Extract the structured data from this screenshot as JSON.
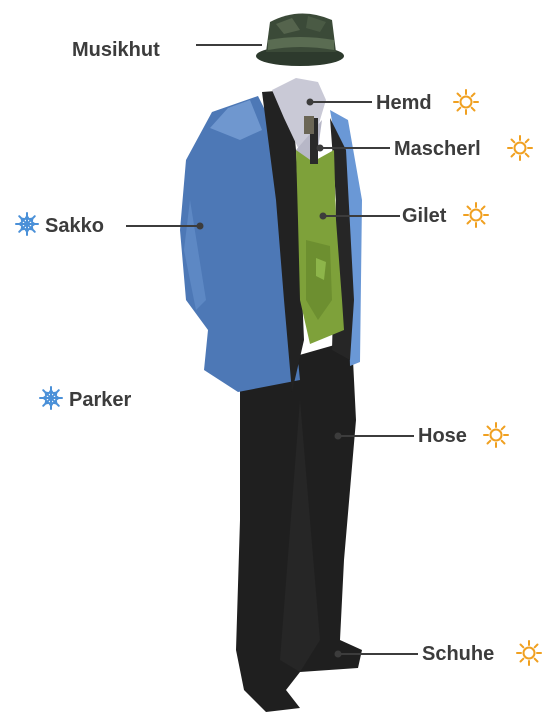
{
  "colors": {
    "label_text": "#3c3c3c",
    "sun": "#f0a020",
    "snow": "#4a90d8",
    "jacket": "#4d78b6",
    "vest": "#7ea13a",
    "shirt": "#c9c9d6",
    "trousers": "#1f1f1f",
    "hat": "#2d3a2d"
  },
  "labels": {
    "hat": {
      "text": "Musikhut",
      "icon": null
    },
    "shirt": {
      "text": "Hemd",
      "icon": "sun-icon"
    },
    "bowtie": {
      "text": "Mascherl",
      "icon": "sun-icon"
    },
    "vest": {
      "text": "Gilet",
      "icon": "sun-icon"
    },
    "jacket": {
      "text": "Sakko",
      "icon": "snowflake-icon"
    },
    "parka": {
      "text": "Parker",
      "icon": "snowflake-icon"
    },
    "trousers": {
      "text": "Hose",
      "icon": "sun-icon"
    },
    "shoes": {
      "text": "Schuhe",
      "icon": "sun-icon"
    }
  }
}
